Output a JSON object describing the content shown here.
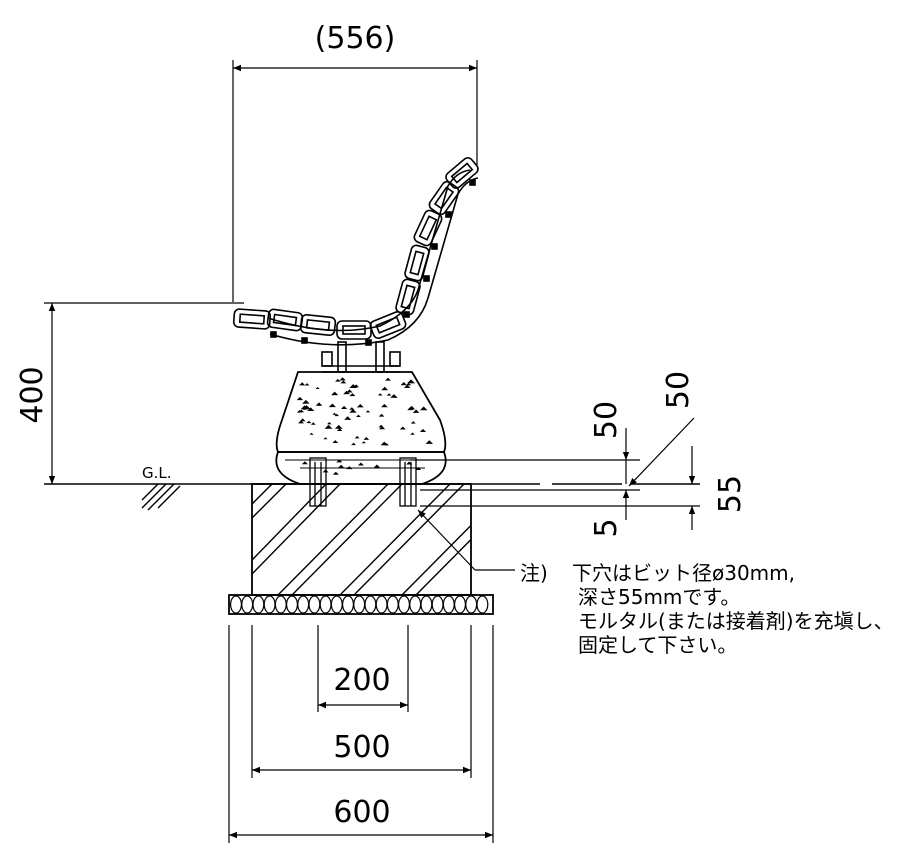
{
  "dimensions": {
    "seat_width": "(556)",
    "seat_height": "400",
    "top_50": "50",
    "right_50": "50",
    "depth_55": "55",
    "bottom_5": "5",
    "bolt_spacing": "200",
    "footing_width": "500",
    "gravel_width": "600"
  },
  "ground_label": "G.L.",
  "note": {
    "prefix": "注)",
    "line1": "下穴はビット径ø30mm,",
    "line2": "深さ55mmです。",
    "line3": "モルタル(または接着剤)を充塡し、",
    "line4": "固定して下さい。"
  },
  "colors": {
    "line": "#000000",
    "background": "#ffffff"
  }
}
